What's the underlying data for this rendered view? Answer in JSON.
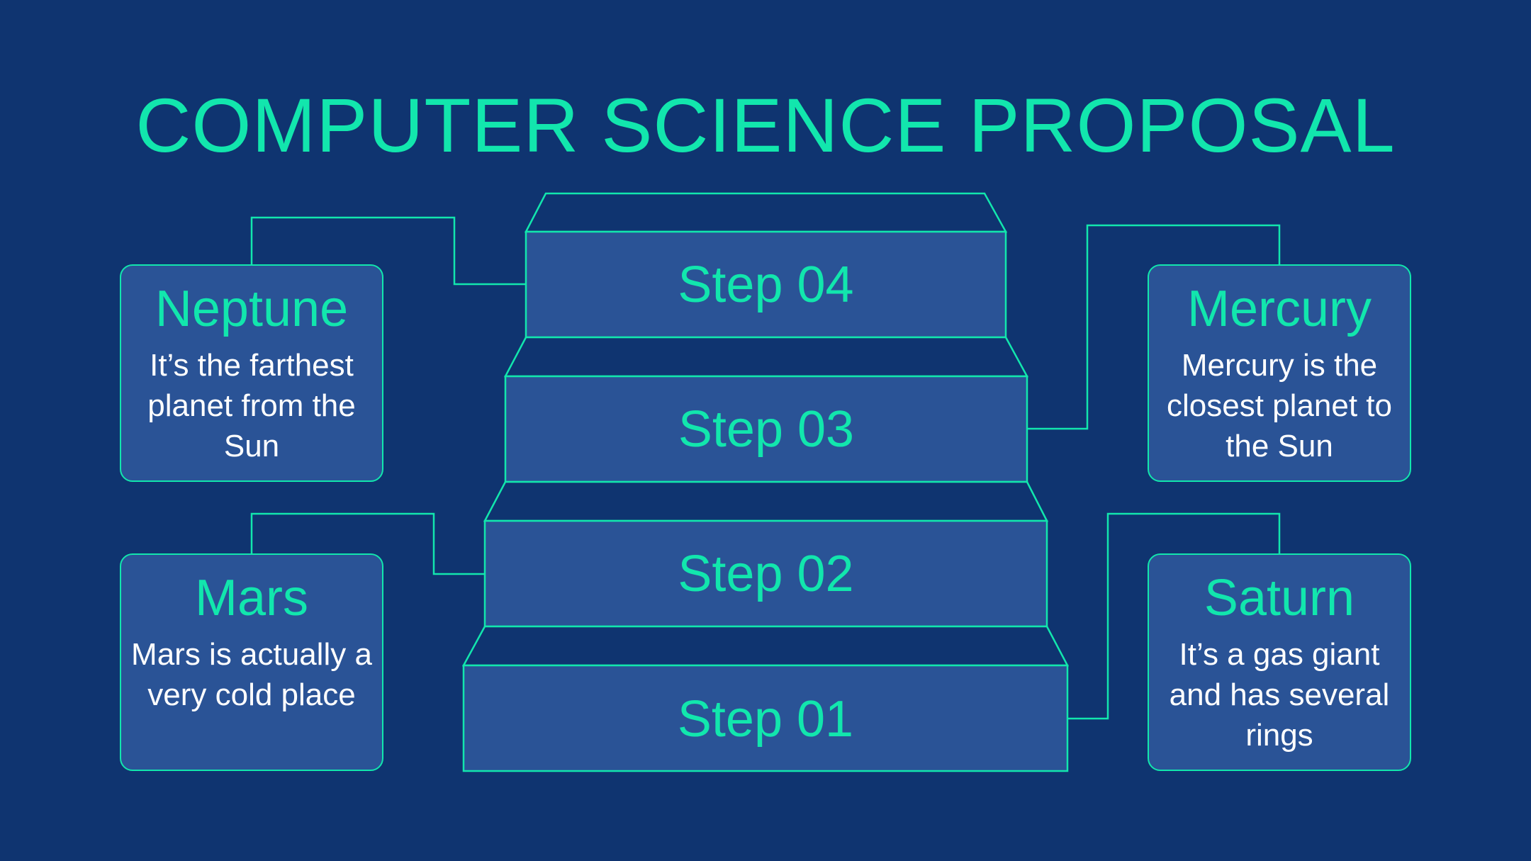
{
  "title": "COMPUTER SCIENCE PROPOSAL",
  "colors": {
    "background": "#0f3470",
    "accent": "#12e6ad",
    "panel": "#2a5396",
    "text": "#ffffff"
  },
  "steps": [
    {
      "label": "Step 04"
    },
    {
      "label": "Step 03"
    },
    {
      "label": "Step 02"
    },
    {
      "label": "Step 01"
    }
  ],
  "cards": {
    "neptune": {
      "title": "Neptune",
      "text": "It’s the farthest planet from the Sun"
    },
    "mars": {
      "title": "Mars",
      "text": "Mars is actually a very cold place"
    },
    "mercury": {
      "title": "Mercury",
      "text": "Mercury is the closest planet to the Sun"
    },
    "saturn": {
      "title": "Saturn",
      "text": "It’s a gas giant and has several rings"
    }
  }
}
